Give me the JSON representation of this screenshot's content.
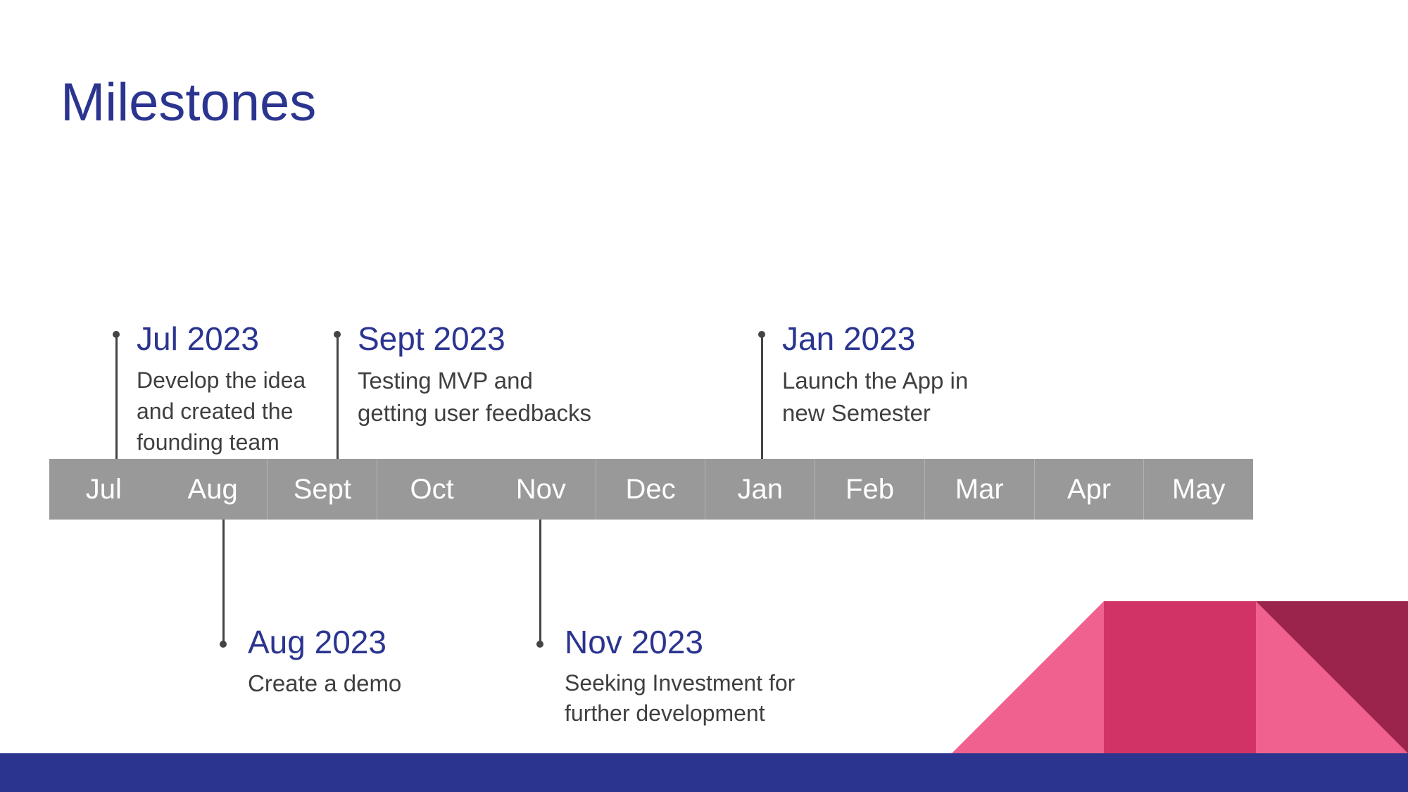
{
  "slide": {
    "title": "Milestones"
  },
  "timeline": {
    "months": [
      "Jul",
      "Aug",
      "Sept",
      "Oct",
      "Nov",
      "Dec",
      "Jan",
      "Feb",
      "Mar",
      "Apr",
      "May"
    ]
  },
  "milestones": [
    {
      "date": "Jul 2023",
      "description": "Develop the idea\nand created the\nfounding team"
    },
    {
      "date": "Sept 2023",
      "description": "Testing MVP and\ngetting user feedbacks"
    },
    {
      "date": "Jan 2023",
      "description": "Launch the App in\nnew Semester"
    },
    {
      "date": "Aug 2023",
      "description": "Create a demo"
    },
    {
      "date": "Nov 2023",
      "description": "Seeking Investment for\nfurther development"
    }
  ],
  "colors": {
    "title": "#2b3590",
    "band": "#999999",
    "footer": "#2b3590",
    "pink_light": "#f0618f",
    "pink_mid": "#d23367",
    "pink_dark": "#9b244c"
  }
}
